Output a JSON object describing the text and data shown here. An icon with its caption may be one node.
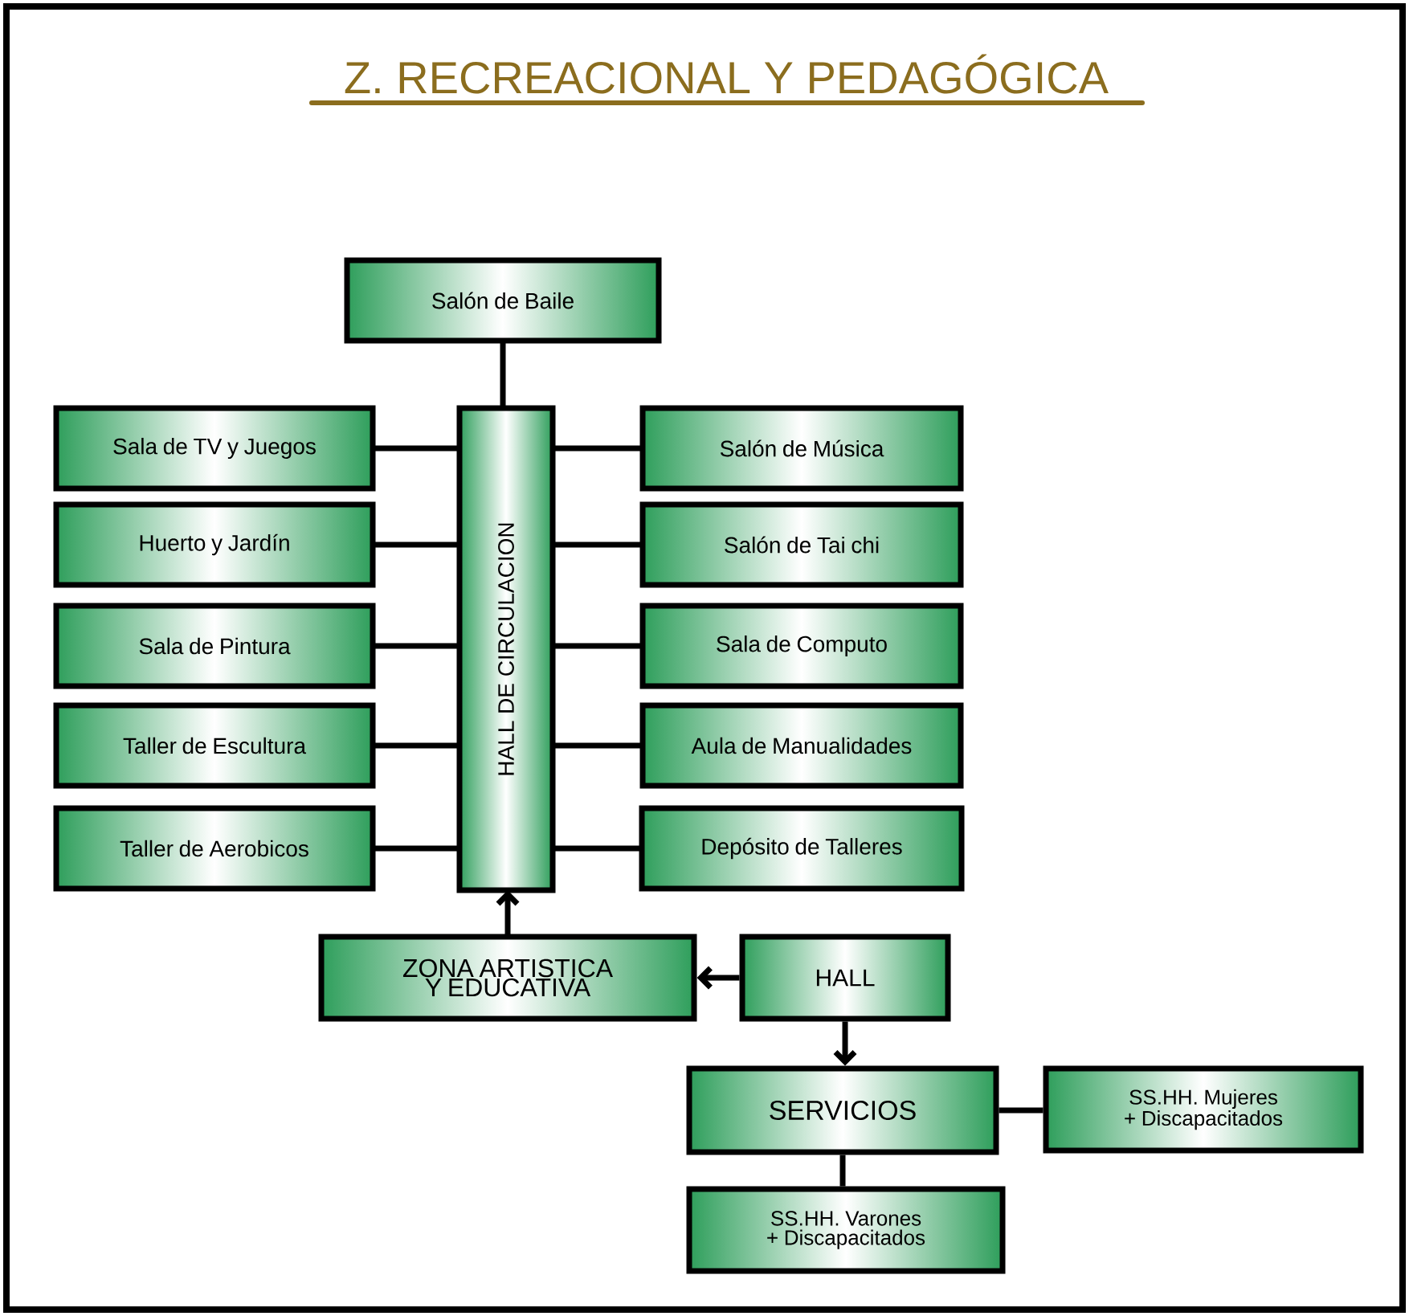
{
  "diagram": {
    "title": "Z. RECREACIONAL Y PEDAGÓGICA",
    "nodes": [
      {
        "text": [
          "Salón de Baile"
        ]
      },
      {
        "text": [
          "HALL DE CIRCULACION"
        ]
      },
      {
        "text": [
          "Sala de TV y Juegos"
        ]
      },
      {
        "text": [
          "Huerto y Jardín"
        ]
      },
      {
        "text": [
          "Sala de Pintura"
        ]
      },
      {
        "text": [
          "Taller de Escultura"
        ]
      },
      {
        "text": [
          "Taller de Aerobicos"
        ]
      },
      {
        "text": [
          "Salón de Música"
        ]
      },
      {
        "text": [
          "Salón de Tai chi"
        ]
      },
      {
        "text": [
          "Sala de Computo"
        ]
      },
      {
        "text": [
          "Aula de Manualidades"
        ]
      },
      {
        "text": [
          "Depósito de Talleres"
        ]
      },
      {
        "text": [
          "ZONA ARTISTICA Y EDUCATIVA"
        ]
      },
      {
        "text": [
          "HALL"
        ]
      },
      {
        "text": [
          "SERVICIOS"
        ]
      },
      {
        "text": [
          "SS.HH. Mujeres + Discapacitados"
        ]
      },
      {
        "text": [
          "SS.HH. Varones + Discapacitados"
        ]
      }
    ],
    "edges": [
      {
        "from": 0,
        "to": 1,
        "arrow": "none"
      },
      {
        "from": 2,
        "to": 1,
        "arrow": "none"
      },
      {
        "from": 3,
        "to": 1,
        "arrow": "none"
      },
      {
        "from": 4,
        "to": 1,
        "arrow": "none"
      },
      {
        "from": 5,
        "to": 1,
        "arrow": "none"
      },
      {
        "from": 6,
        "to": 1,
        "arrow": "none"
      },
      {
        "from": 1,
        "to": 7,
        "arrow": "none"
      },
      {
        "from": 1,
        "to": 8,
        "arrow": "none"
      },
      {
        "from": 1,
        "to": 9,
        "arrow": "none"
      },
      {
        "from": 1,
        "to": 10,
        "arrow": "none"
      },
      {
        "from": 1,
        "to": 11,
        "arrow": "none"
      },
      {
        "from": 12,
        "to": 1,
        "arrow": "to"
      },
      {
        "from": 13,
        "to": 12,
        "arrow": "to"
      },
      {
        "from": 13,
        "to": 14,
        "arrow": "to"
      },
      {
        "from": 14,
        "to": 15,
        "arrow": "none"
      },
      {
        "from": 14,
        "to": 16,
        "arrow": "none"
      }
    ]
  }
}
